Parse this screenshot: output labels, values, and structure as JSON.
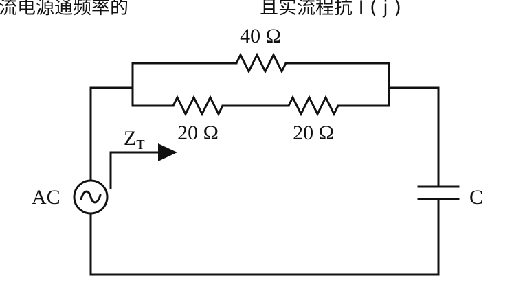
{
  "header": {
    "left_text": "流电源通频率的",
    "right_text": "且实流程抗  I   (    j  )"
  },
  "resistors": {
    "top": "40 Ω",
    "bottom_left": "20 Ω",
    "bottom_right": "20 Ω"
  },
  "source": {
    "label": "AC",
    "symbol": "∼"
  },
  "impedance": {
    "symbol": "Z",
    "subscript": "T"
  },
  "capacitor": {
    "label": "C"
  }
}
